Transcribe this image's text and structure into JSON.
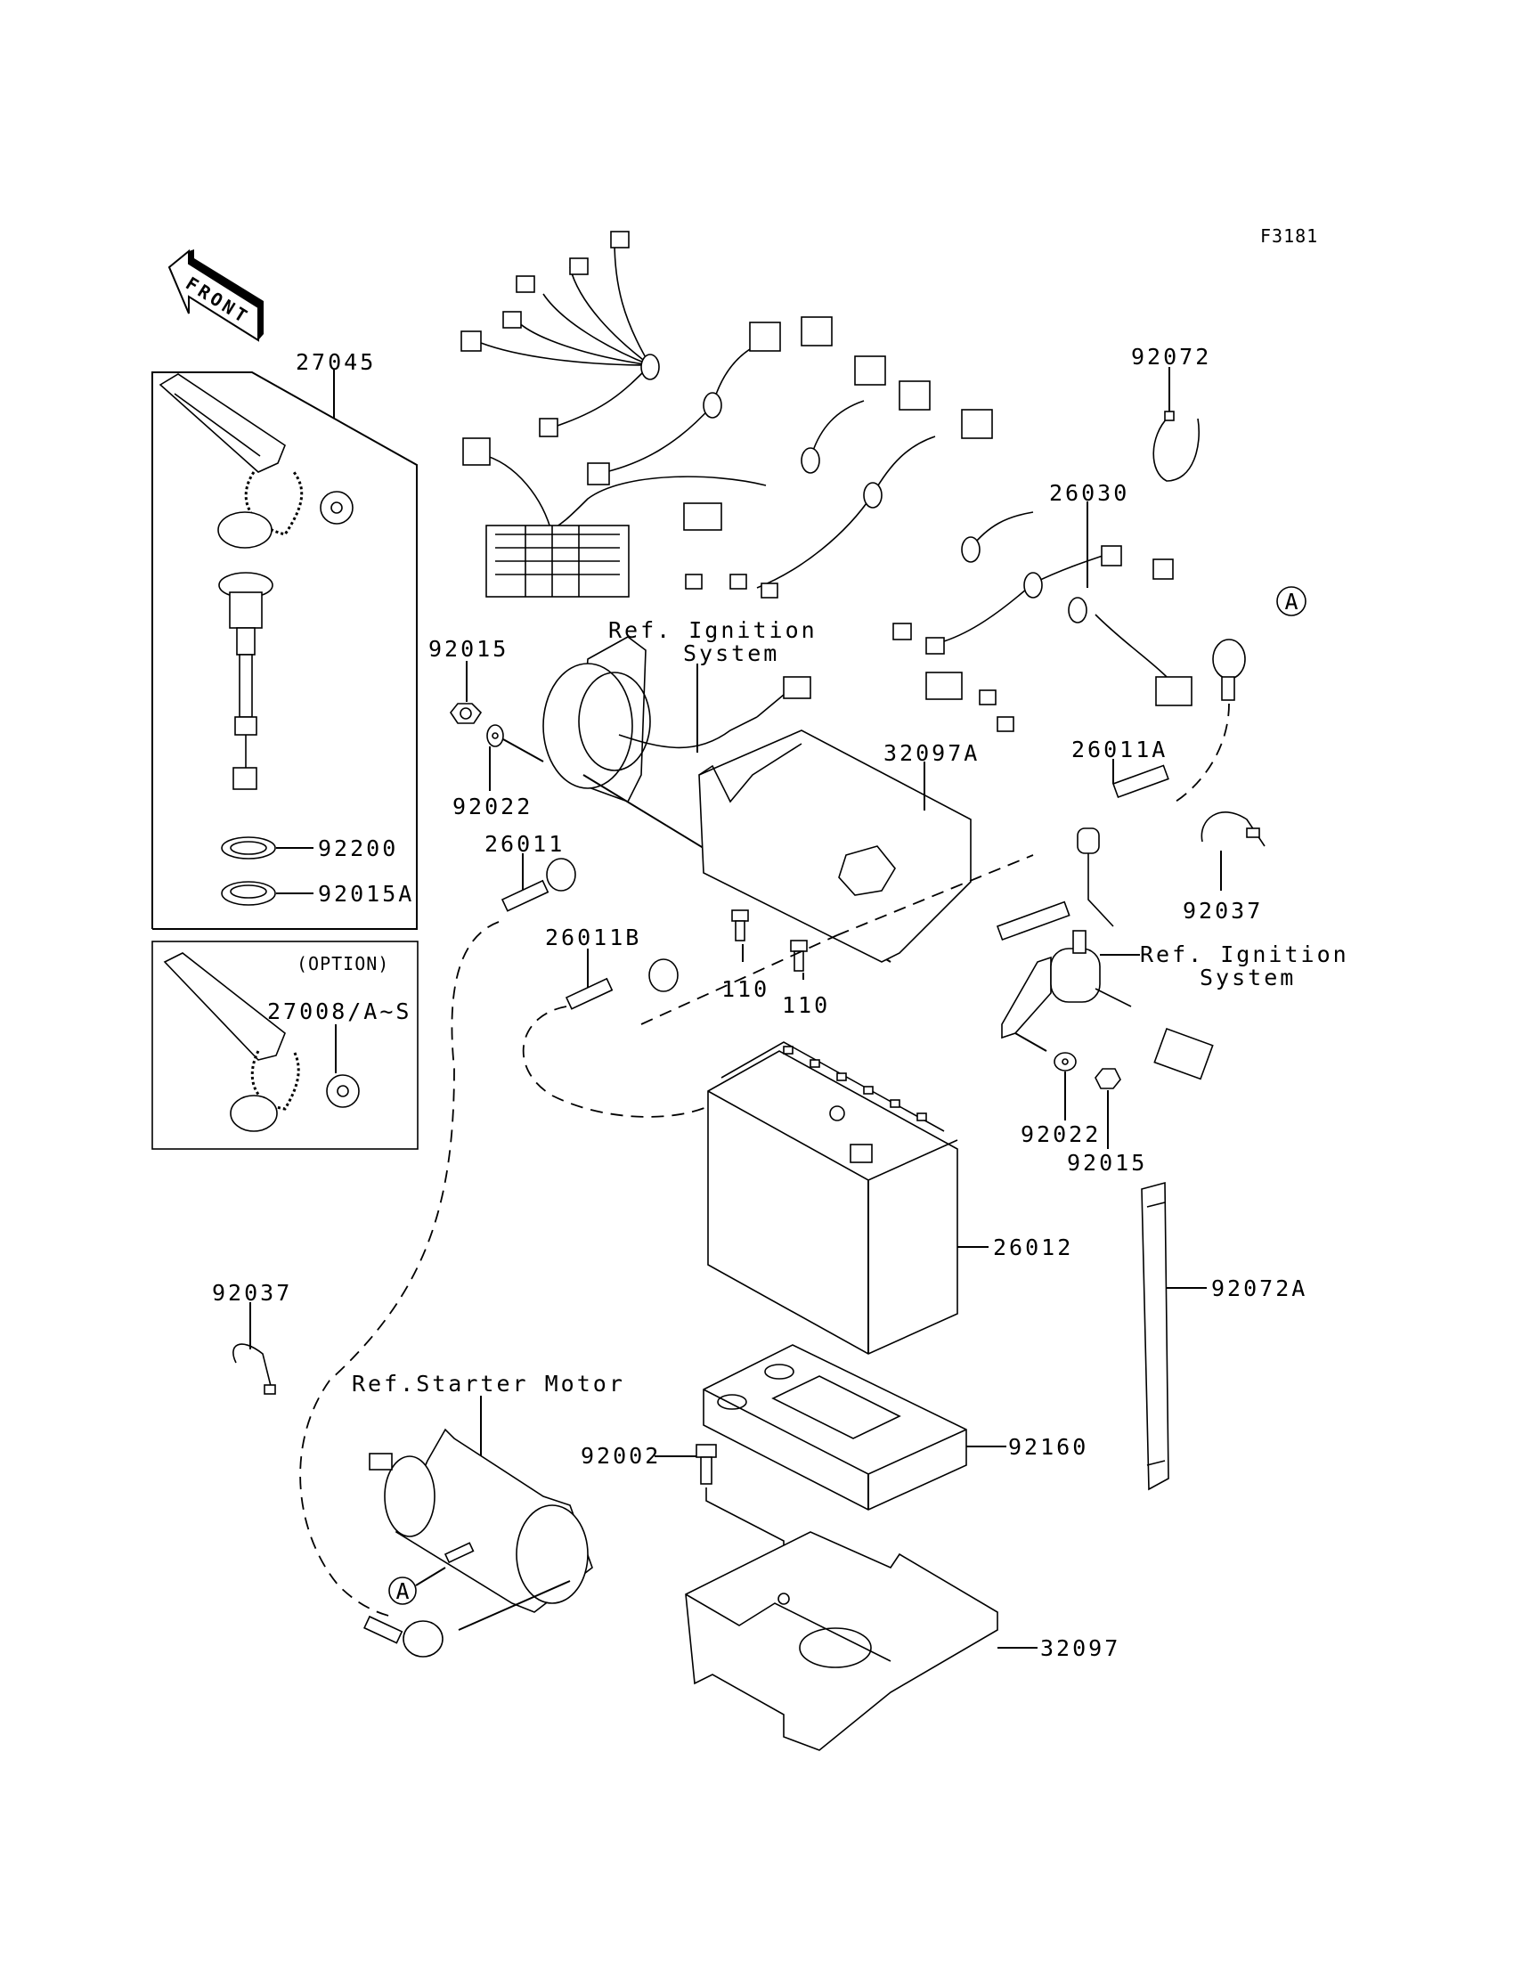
{
  "figure": {
    "figure_code": "F3181",
    "direction_indicator": "FRONT",
    "option_box_title": "(OPTION)"
  },
  "callouts": {
    "c27045": "27045",
    "c92072": "92072",
    "c26030": "26030",
    "c92015_top": "92015",
    "ref_ignition_1_line1": "Ref. Ignition",
    "ref_ignition_1_line2": "System",
    "c32097A": "32097A",
    "c26011A": "26011A",
    "c92022_top": "92022",
    "c92200": "92200",
    "c92015A": "92015A",
    "c26011": "26011",
    "c92037_right": "92037",
    "c27008": "27008/A~S",
    "c26011B": "26011B",
    "ref_ignition_2_line1": "Ref. Ignition",
    "ref_ignition_2_line2": "System",
    "c110_a": "110",
    "c110_b": "110",
    "c92022_right": "92022",
    "c92015_right": "92015",
    "c26012": "26012",
    "c92072A": "92072A",
    "c92037_left": "92037",
    "ref_starter": "Ref.Starter Motor",
    "c92002": "92002",
    "c92160": "92160",
    "c32097": "32097",
    "marker_a": "A"
  }
}
